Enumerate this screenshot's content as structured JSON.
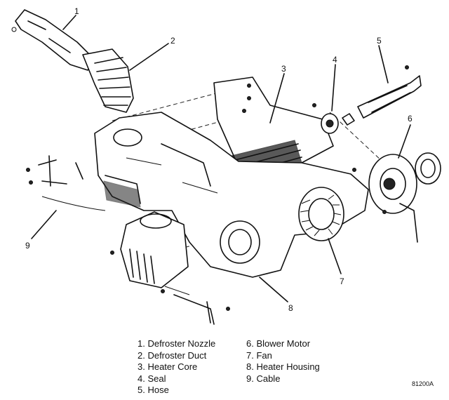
{
  "callouts": [
    "1",
    "2",
    "3",
    "4",
    "5",
    "6",
    "7",
    "8",
    "9"
  ],
  "legend": {
    "col1": [
      "1. Defroster Nozzle",
      "2. Defroster Duct",
      "3. Heater Core",
      "4. Seal",
      "5. Hose"
    ],
    "col2": [
      "6. Blower Motor",
      "7. Fan",
      "8. Heater Housing",
      "9. Cable",
      ""
    ]
  },
  "figure_ref": "81200A"
}
